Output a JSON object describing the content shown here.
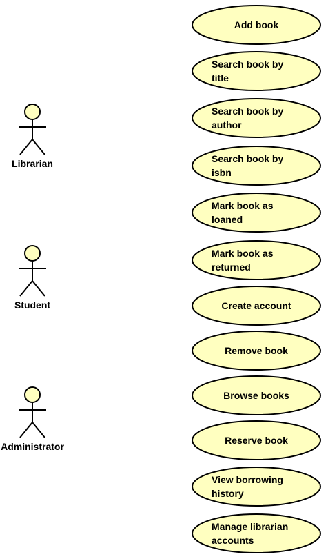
{
  "colors": {
    "usecase_fill": "#ffffc0",
    "actor_fill": "#ffffc0",
    "stroke": "#000000"
  },
  "actors": [
    {
      "name": "Librarian"
    },
    {
      "name": "Student"
    },
    {
      "name": "Administrator"
    }
  ],
  "use_cases": [
    {
      "label": "Add book"
    },
    {
      "label": "Search book by title"
    },
    {
      "label": "Search book by author"
    },
    {
      "label": "Search book by isbn"
    },
    {
      "label": "Mark book as loaned"
    },
    {
      "label": "Mark book as returned"
    },
    {
      "label": "Create account"
    },
    {
      "label": "Remove book"
    },
    {
      "label": "Browse books"
    },
    {
      "label": "Reserve book"
    },
    {
      "label": "View borrowing history"
    },
    {
      "label": "Manage librarian accounts"
    }
  ]
}
